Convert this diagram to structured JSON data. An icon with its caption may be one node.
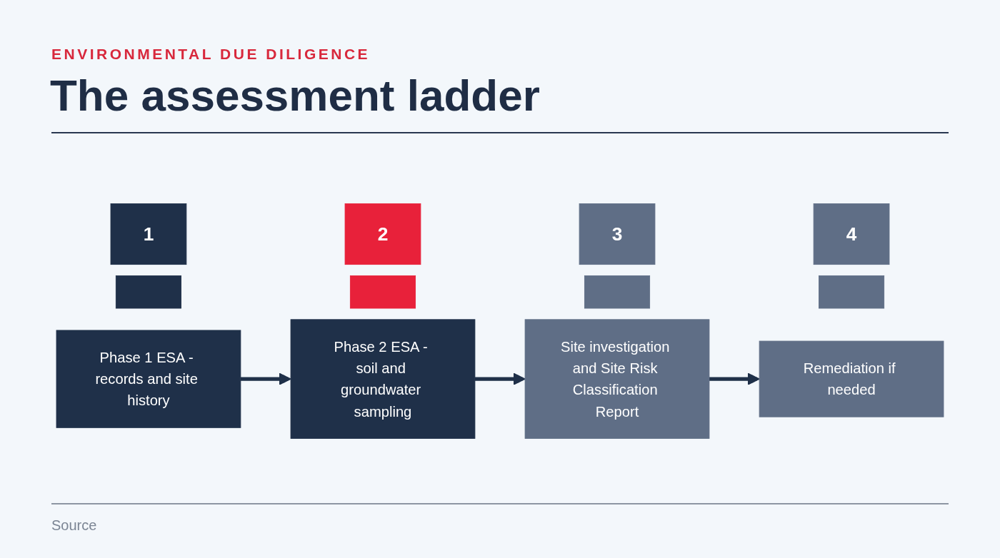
{
  "diagram": {
    "title": "The assessment ladder",
    "nodes": [
      {
        "text": [
          "1"
        ]
      },
      {
        "text": [],
        "shape": "bar"
      },
      {
        "text": [
          "Phase 1 ESA - records and site history"
        ]
      },
      {
        "text": [
          "2"
        ]
      },
      {
        "text": [],
        "shape": "bar"
      },
      {
        "text": [
          "Phase 2 ESA - soil and groundwater sampling"
        ]
      },
      {
        "text": [
          "3"
        ]
      },
      {
        "text": [],
        "shape": "bar"
      },
      {
        "text": [
          "Site investigation and Site Risk Classification Report"
        ]
      },
      {
        "text": [
          "4"
        ]
      },
      {
        "text": [],
        "shape": "bar"
      },
      {
        "text": [
          "Remediation if needed"
        ]
      }
    ],
    "edges": [
      {
        "from": 2,
        "to": 5,
        "arrow": "to"
      },
      {
        "from": 5,
        "to": 8,
        "arrow": "to"
      },
      {
        "from": 8,
        "to": 11,
        "arrow": "to"
      }
    ],
    "labels": [
      "ENVIRONMENTAL DUE DILIGENCE",
      "Source"
    ]
  }
}
